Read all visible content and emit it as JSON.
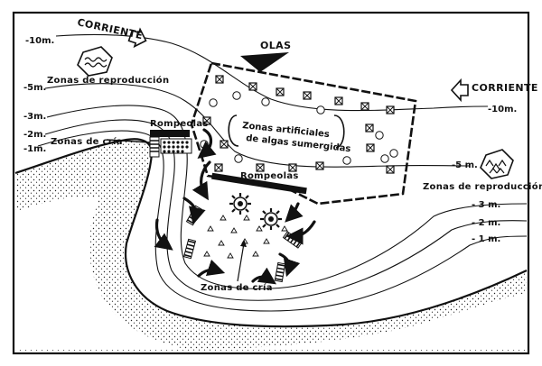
{
  "labels": {
    "current_top": "CORRIENTE",
    "current_right": "CORRIENTE",
    "waves": "OLAS",
    "breakwater_top": "Rompeolas",
    "breakwater_inner": "Rompeolas",
    "repro_left": "Zonas de reproducción",
    "repro_right": "Zonas de reproducción",
    "nursery_left": "Zonas de cría",
    "nursery_bottom": "Zonas de cría",
    "artificial_line1": "Zonas artificiales",
    "artificial_line2": "de algas sumergidas"
  },
  "depths": {
    "left_10": "-10m.",
    "left_5": "-5m.",
    "left_3": "-3m.",
    "left_2": "-2m.",
    "left_1": "-1m.",
    "right_10": "-10m.",
    "right_5": "-5 m.",
    "right_3": "- 3 m.",
    "right_2": "- 2 m.",
    "right_1": "- 1 m."
  }
}
